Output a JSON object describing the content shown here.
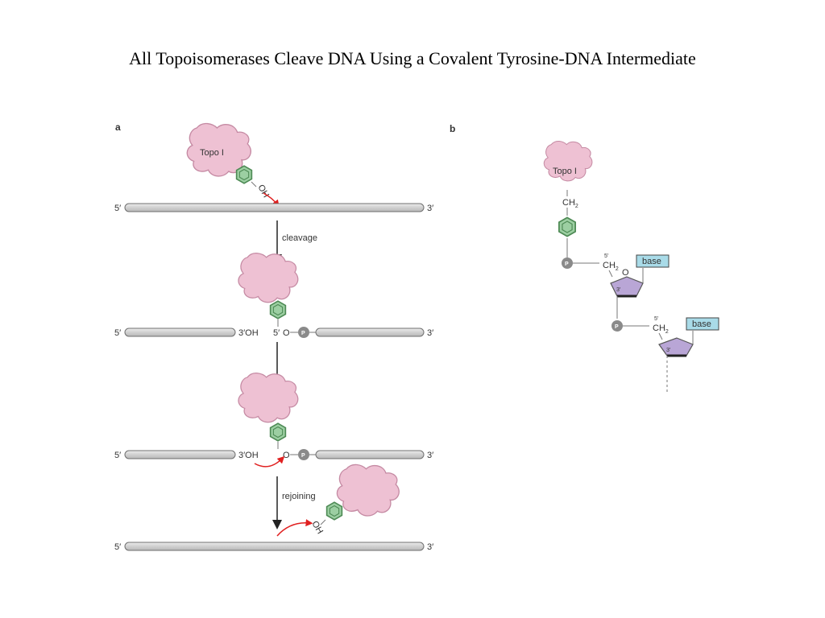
{
  "title": "All Topoisomerases Cleave DNA Using a Covalent Tyrosine-DNA Intermediate",
  "panel_a": {
    "label": "a",
    "enzyme": "Topo I",
    "oh": "OH",
    "five_prime": "5′",
    "three_prime": "3′",
    "three_prime_oh": "3′OH",
    "five_prime_end": "5′",
    "o": "O",
    "p": "P",
    "step_cleavage": "cleavage",
    "step_rejoining": "rejoining"
  },
  "panel_b": {
    "label": "b",
    "enzyme": "Topo I",
    "ch2_top": "CH",
    "ch2_sub": "2",
    "p": "P",
    "sugar_ch2": "CH",
    "sugar_ch2_sub": "2",
    "sugar_o": "O",
    "c5": "5′",
    "c3": "3′",
    "base": "base"
  },
  "colors": {
    "protein_fill": "#eec1d3",
    "protein_stroke": "#c58aa3",
    "ring_fill": "#9ccfa2",
    "ring_stroke": "#4e8a55",
    "dna_fill": "#d6d6d6",
    "dna_stroke": "#6f6f6f",
    "arrow_red": "#e02020",
    "phosphate": "#8a8a8a",
    "sugar_fill": "#b9a6d6",
    "base_fill": "#a9dbe8"
  }
}
